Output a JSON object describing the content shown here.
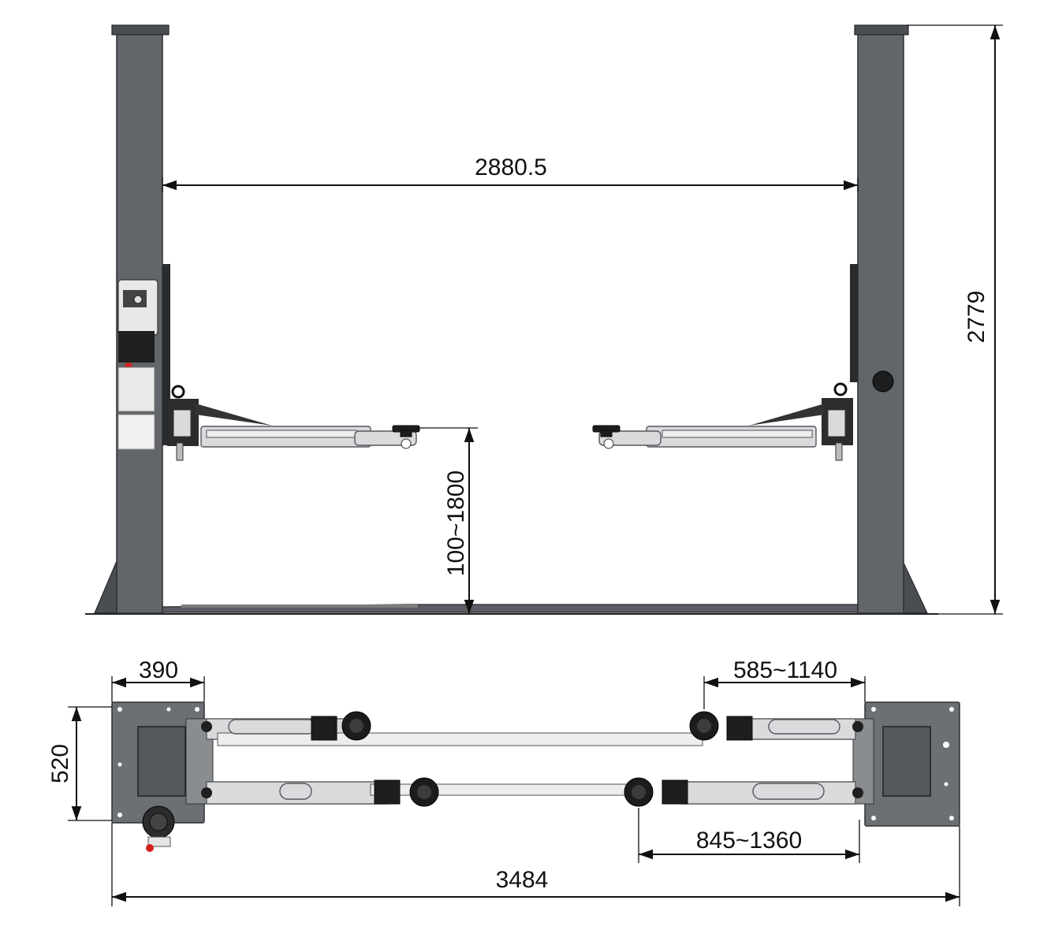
{
  "dimensions": {
    "column_spacing": "2880.5",
    "overall_height": "2779",
    "lift_range": "100~1800",
    "base_depth": "390",
    "short_arm_reach": "585~1140",
    "base_width": "520",
    "long_arm_reach": "845~1360",
    "overall_width": "3484"
  },
  "colors": {
    "column": "#62656a",
    "arm": "#d9dadc",
    "pad": "#1d1e20",
    "accent_red": "#d32020"
  },
  "views": [
    "front-view",
    "top-view"
  ]
}
